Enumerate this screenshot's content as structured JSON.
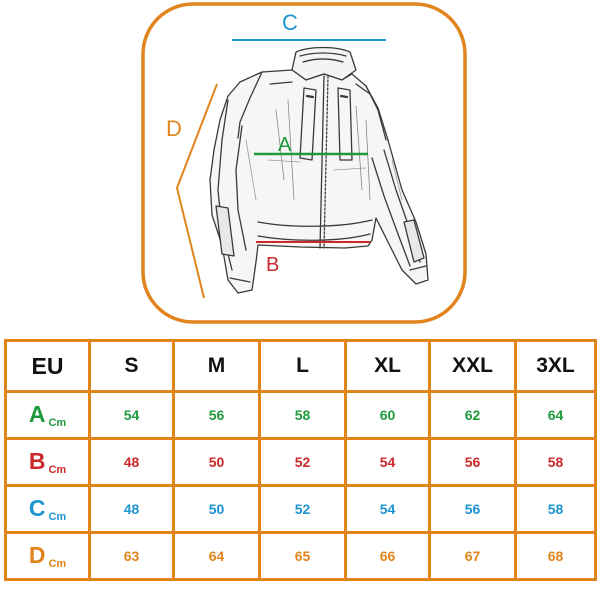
{
  "figure": {
    "labels": {
      "a": "A",
      "b": "B",
      "c": "C",
      "d": "D"
    }
  },
  "colors": {
    "a": "#1e9a3c",
    "b": "#cc2a2a",
    "c": "#1e94d0",
    "d": "#e2841c",
    "border": "#e0841e",
    "sketch": "#3a3a3a"
  },
  "table": {
    "corner": "EU",
    "unit": "Cm",
    "sizes": [
      "S",
      "M",
      "L",
      "XL",
      "XXL",
      "3XL"
    ],
    "rows": [
      {
        "key": "a",
        "label": "A",
        "values": [
          "54",
          "56",
          "58",
          "60",
          "62",
          "64"
        ]
      },
      {
        "key": "b",
        "label": "B",
        "values": [
          "48",
          "50",
          "52",
          "54",
          "56",
          "58"
        ]
      },
      {
        "key": "c",
        "label": "C",
        "values": [
          "48",
          "50",
          "52",
          "54",
          "56",
          "58"
        ]
      },
      {
        "key": "d",
        "label": "D",
        "values": [
          "63",
          "64",
          "65",
          "66",
          "67",
          "68"
        ]
      }
    ]
  }
}
